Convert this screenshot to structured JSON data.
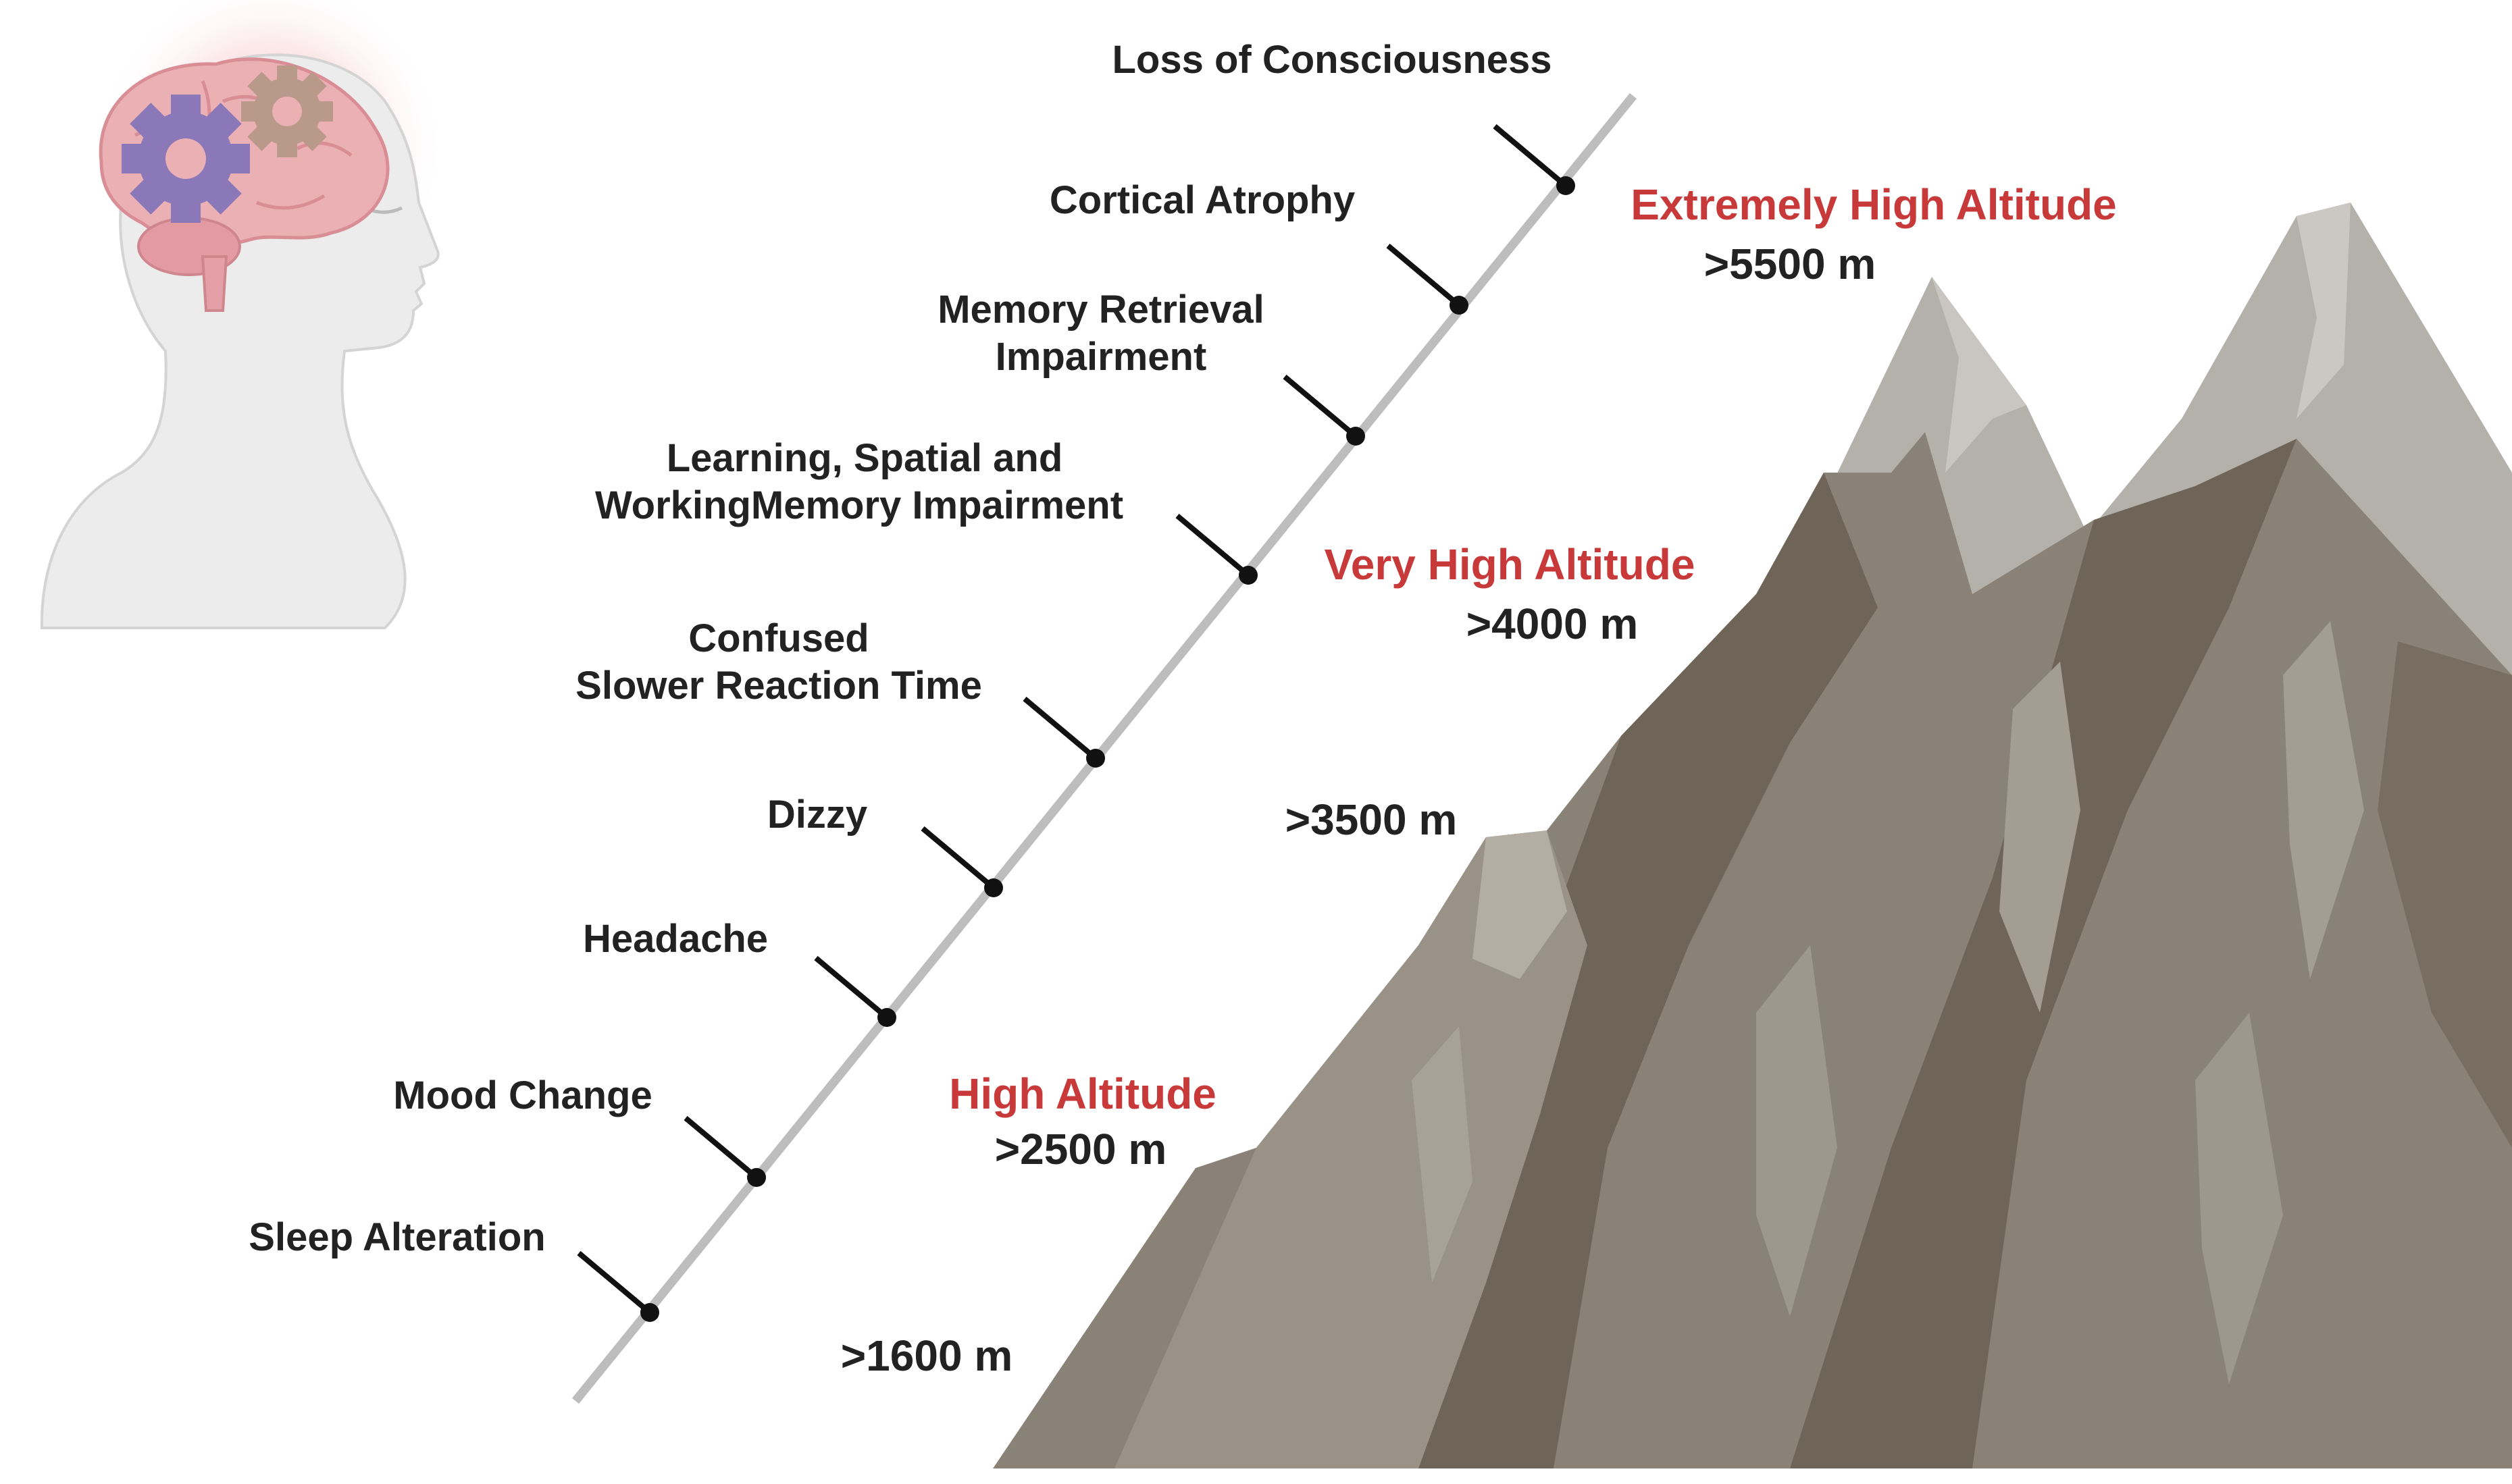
{
  "symptoms": [
    {
      "lines": [
        "Loss of Consciousness"
      ]
    },
    {
      "lines": [
        "Cortical Atrophy"
      ]
    },
    {
      "lines": [
        "Memory Retrieval",
        "Impairment"
      ]
    },
    {
      "lines": [
        "Learning, Spatial and",
        "WorkingMemory Impairment"
      ]
    },
    {
      "lines": [
        "Confused",
        "Slower Reaction Time"
      ]
    },
    {
      "lines": [
        "Dizzy"
      ]
    },
    {
      "lines": [
        "Headache"
      ]
    },
    {
      "lines": [
        "Mood Change"
      ]
    },
    {
      "lines": [
        "Sleep Alteration"
      ]
    }
  ],
  "altitudes": {
    "extreme_label": "Extremely High Altitude",
    "extreme_value": ">5500 m",
    "very_label": "Very High Altitude",
    "very_value": ">4000 m",
    "mid_value": ">3500 m",
    "high_label": "High Altitude",
    "high_value": ">2500 m",
    "low_value": ">1600 m"
  },
  "colors": {
    "red_label": "#c8393a",
    "text": "#222222",
    "axis_line": "#bdbdbd",
    "mountain_light": "#b4b0aa",
    "mountain_mid": "#8a8276",
    "mountain_dark": "#6e6558",
    "brain_pink": "#e8a4a8",
    "gear_purple": "#8a78b8",
    "gear_tan": "#b8998a"
  },
  "icons": [
    "head-brain-icon",
    "gear-icon",
    "mountain-icon"
  ]
}
